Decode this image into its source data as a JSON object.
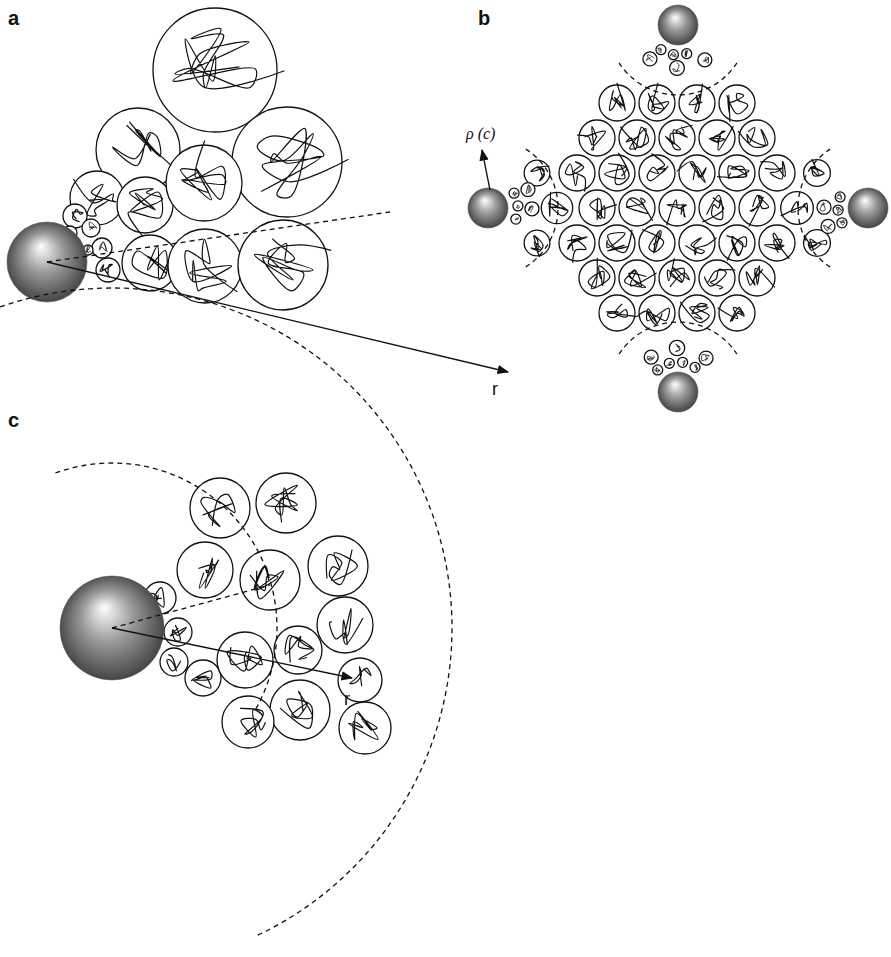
{
  "diagram": {
    "labels": [
      "a",
      "b",
      "ρ (c)",
      "r",
      "c",
      "r"
    ]
  }
}
